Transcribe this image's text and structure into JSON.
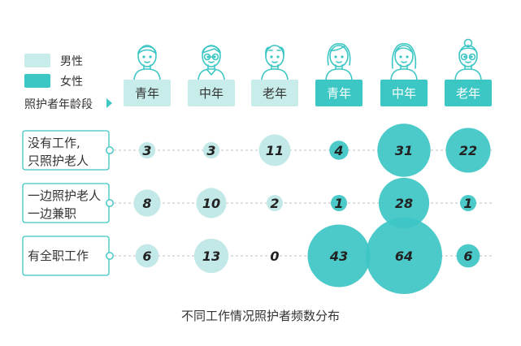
{
  "colors": {
    "male": "#c7ecea",
    "female": "#3cc6c4",
    "male_text": "#333333",
    "female_text": "#ffffff",
    "bubble_male": "#c2e9e7",
    "bubble_female": "#3cc6c4",
    "row_border": "#3cc6c4",
    "dashed": "#bfbfbf"
  },
  "legend": {
    "male": "男性",
    "female": "女性",
    "age_label": "照护者年龄段"
  },
  "columns": [
    {
      "label": "青年",
      "gender": "male",
      "icon": "young-man-icon"
    },
    {
      "label": "中年",
      "gender": "male",
      "icon": "middle-aged-man-icon"
    },
    {
      "label": "老年",
      "gender": "male",
      "icon": "old-man-icon"
    },
    {
      "label": "青年",
      "gender": "female",
      "icon": "young-woman-icon"
    },
    {
      "label": "中年",
      "gender": "female",
      "icon": "middle-aged-woman-icon"
    },
    {
      "label": "老年",
      "gender": "female",
      "icon": "old-woman-icon"
    }
  ],
  "chart_data": {
    "type": "bubble-matrix",
    "title": "不同工作情况照护者频数分布",
    "categories": [
      "青年",
      "中年",
      "老年",
      "青年",
      "中年",
      "老年"
    ],
    "series_groups": [
      "男性",
      "男性",
      "男性",
      "女性",
      "女性",
      "女性"
    ],
    "rows": [
      {
        "label_lines": [
          "没有工作,",
          "只照护老人"
        ],
        "values": [
          3,
          3,
          11,
          4,
          31,
          22
        ]
      },
      {
        "label_lines": [
          "一边照护老人",
          "一边兼职"
        ],
        "values": [
          8,
          10,
          2,
          1,
          28,
          1
        ]
      },
      {
        "label_lines": [
          "有全职工作"
        ],
        "values": [
          6,
          13,
          0,
          43,
          64,
          6
        ]
      }
    ]
  }
}
